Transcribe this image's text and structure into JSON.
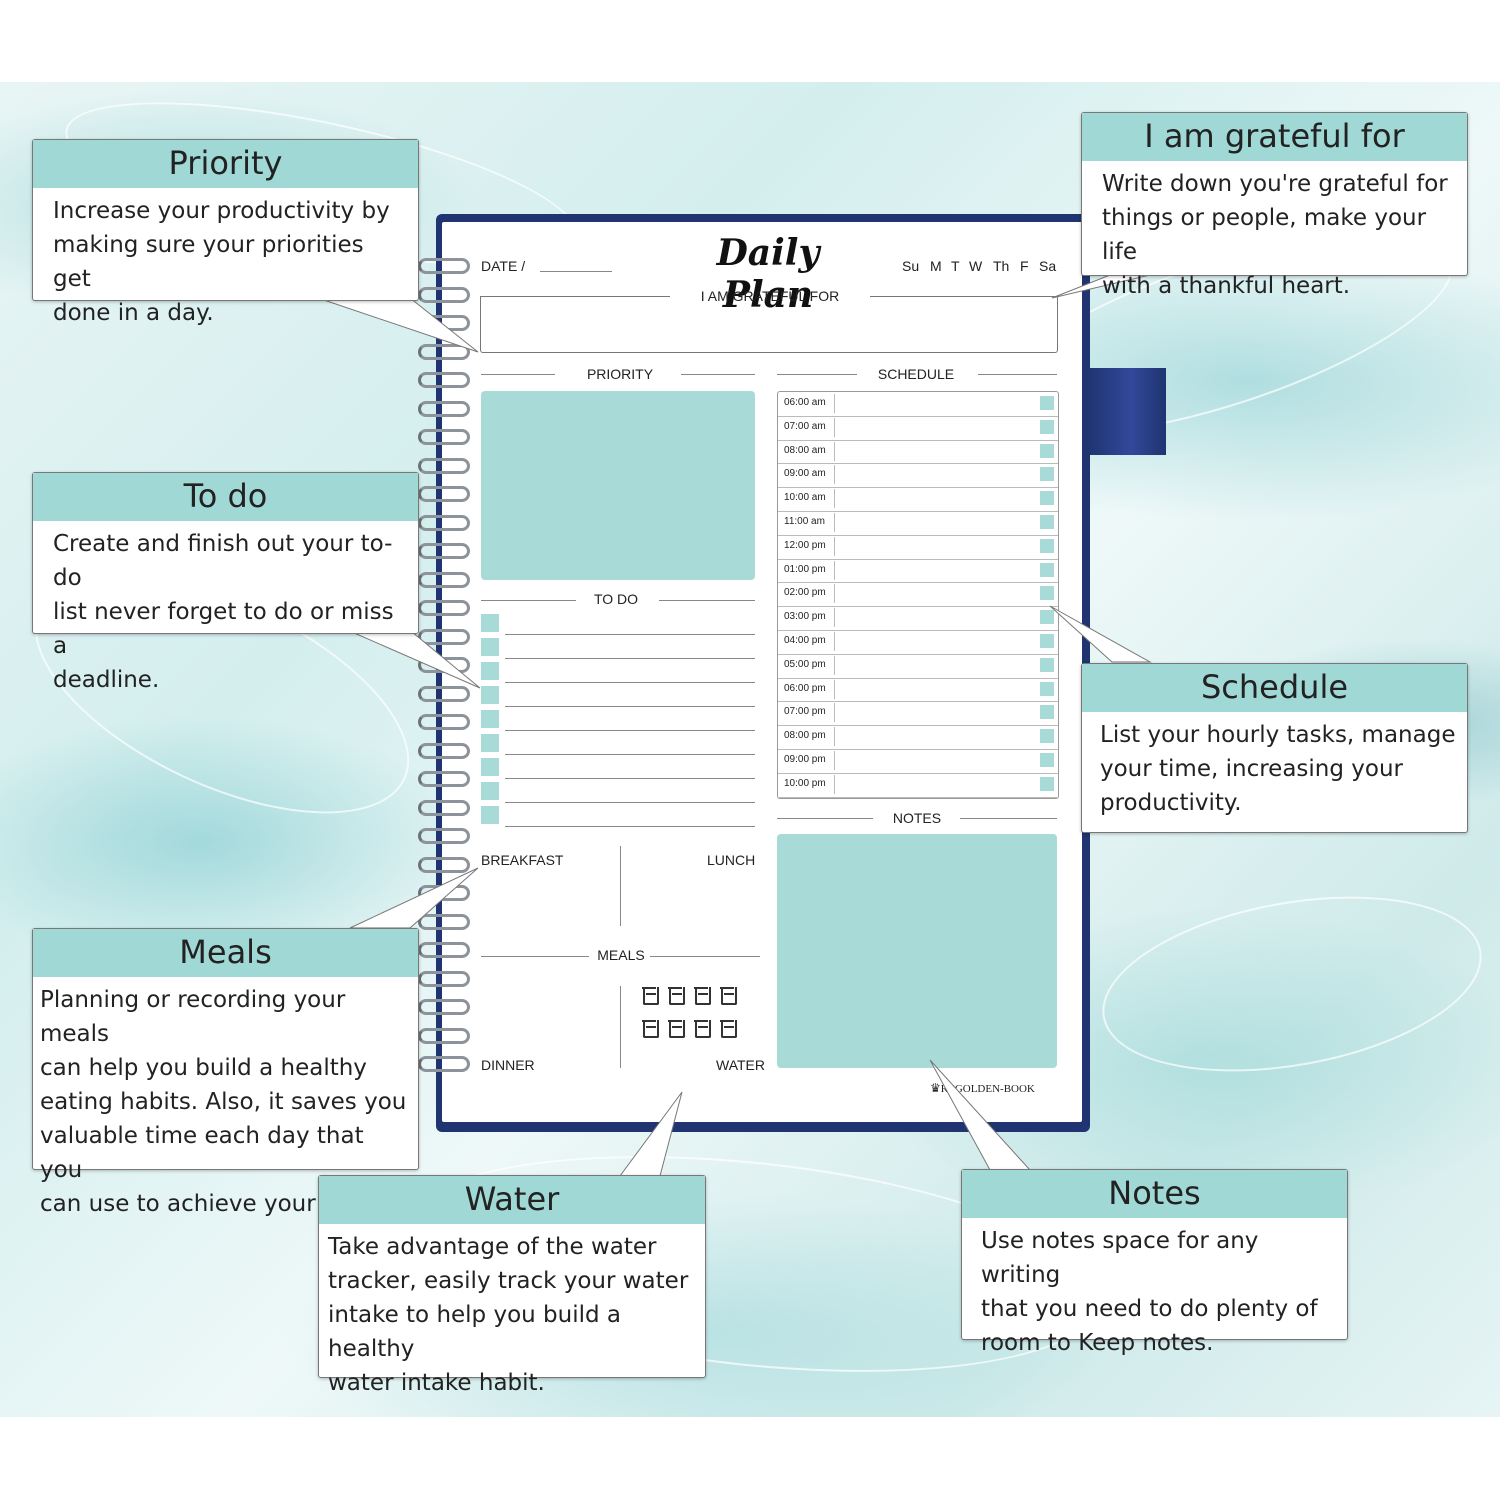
{
  "planner": {
    "date_label": "DATE /",
    "title": "Daily Plan",
    "days": [
      "Su",
      "M",
      "T",
      "W",
      "Th",
      "F",
      "Sa"
    ],
    "grateful_label": "I AM GRATEFUL FOR",
    "priority_label": "PRIORITY",
    "schedule_label": "SCHEDULE",
    "todo_label": "TO DO",
    "notes_label": "NOTES",
    "breakfast_label": "BREAKFAST",
    "lunch_label": "LUNCH",
    "meals_label": "MEALS",
    "dinner_label": "DINNER",
    "water_label": "WATER",
    "brand": "REGOLDEN-BOOK",
    "schedule_times": [
      "06:00 am",
      "07:00 am",
      "08:00 am",
      "09:00 am",
      "10:00 am",
      "11:00 am",
      "12:00 pm",
      "01:00 pm",
      "02:00 pm",
      "03:00 pm",
      "04:00 pm",
      "05:00 pm",
      "06:00 pm",
      "07:00 pm",
      "08:00 pm",
      "09:00 pm",
      "10:00 pm"
    ]
  },
  "callouts": {
    "priority": {
      "title": "Priority",
      "lines": [
        "Increase your productivity by",
        "making sure your priorities get",
        "done in a day."
      ]
    },
    "todo": {
      "title": "To do",
      "lines": [
        "Create and finish out your to-do",
        "list never forget to do or miss a",
        "deadline."
      ]
    },
    "meals": {
      "title": "Meals",
      "lines": [
        "Planning or recording your meals",
        "can help you build a healthy",
        "eating habits. Also, it saves you",
        "valuable time each day that you",
        "can use to achieve your goals."
      ]
    },
    "water": {
      "title": "Water",
      "lines": [
        "Take advantage of the water",
        "tracker, easily track your water",
        "intake to help you build a healthy",
        "water intake habit."
      ]
    },
    "grateful": {
      "title": "I am grateful for",
      "lines": [
        "Write down you're grateful for",
        "things or people, make your life",
        "with a thankful heart."
      ]
    },
    "schedule": {
      "title": "Schedule",
      "lines": [
        "List your hourly tasks, manage",
        "your time, increasing your",
        "productivity."
      ]
    },
    "notes": {
      "title": "Notes",
      "lines": [
        "Use notes space for any writing",
        "that you need to do plenty of",
        "room to Keep notes."
      ]
    }
  },
  "colors": {
    "teal": "#a8dad8",
    "cover": "#1f3470",
    "header": "#a0d8d6"
  }
}
